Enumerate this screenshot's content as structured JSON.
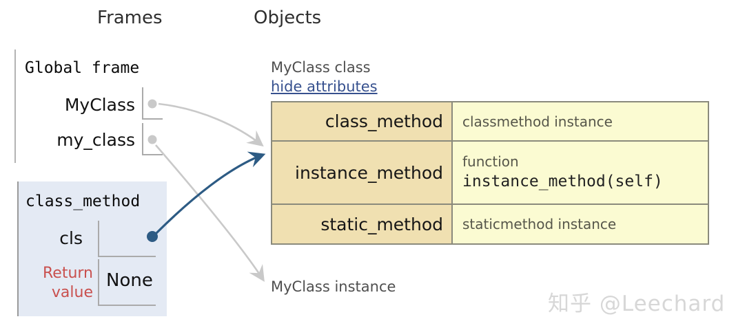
{
  "headers": {
    "frames": "Frames",
    "objects": "Objects"
  },
  "frames": {
    "global": {
      "title": "Global frame",
      "vars": [
        {
          "name": "MyClass"
        },
        {
          "name": "my_class"
        }
      ]
    },
    "class_method": {
      "title": "class_method",
      "vars": [
        {
          "name": "cls"
        }
      ],
      "return_label": [
        "Return",
        "value"
      ],
      "return_value": "None"
    }
  },
  "objects": {
    "myclass_class": {
      "label": "MyClass class",
      "toggle_link": "hide attributes",
      "attributes": [
        {
          "name": "class_method",
          "value": "classmethod instance"
        },
        {
          "name": "instance_method",
          "value_prefix": "function",
          "value_code": "instance_method(self)"
        },
        {
          "name": "static_method",
          "value": "staticmethod instance"
        }
      ]
    },
    "myclass_instance_label": "MyClass instance"
  },
  "watermark": "知乎 @Leechard",
  "colors": {
    "attr_name_bg": "#f0e0b1",
    "attr_value_bg": "#fbfbd2",
    "table_border": "#8a8a7c",
    "frame_highlight_bg": "#e4eaf4",
    "link_color": "#36508e",
    "return_label_color": "#c9504e",
    "pointer_gray": "#c9c9c9",
    "pointer_blue": "#2d5b84"
  }
}
